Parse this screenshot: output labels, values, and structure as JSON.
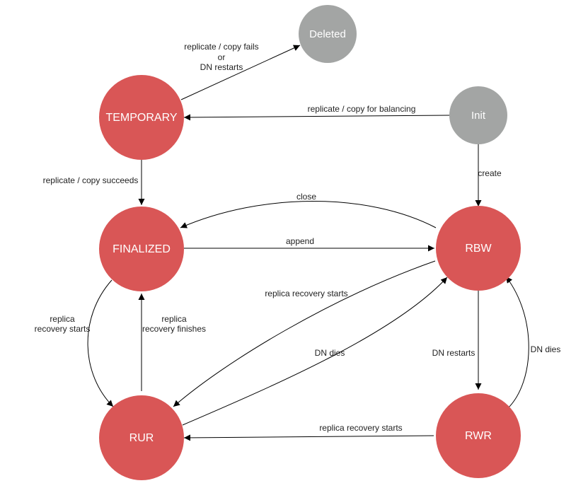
{
  "colors": {
    "active_state": "#d95656",
    "inactive_state": "#a3a5a4",
    "edge": "#000000"
  },
  "states": {
    "deleted": "Deleted",
    "temporary": "TEMPORARY",
    "init": "Init",
    "finalized": "FINALIZED",
    "rbw": "RBW",
    "rur": "RUR",
    "rwr": "RWR"
  },
  "transitions": {
    "temporary_to_deleted": [
      "replicate / copy fails",
      "or",
      "DN restarts"
    ],
    "init_to_temporary": "replicate / copy for balancing",
    "temporary_to_finalized": "replicate / copy succeeds",
    "init_to_rbw": "create",
    "rbw_to_finalized": "close",
    "finalized_to_rbw": "append",
    "rbw_to_rur": "replica recovery starts",
    "rur_to_rbw": "DN dies",
    "finalized_to_rur": [
      "replica",
      "recovery starts"
    ],
    "rur_to_finalized": [
      "replica",
      "recovery finishes"
    ],
    "rbw_to_rwr": "DN restarts",
    "rwr_to_rbw": "DN dies",
    "rwr_to_rur": "replica recovery starts"
  }
}
